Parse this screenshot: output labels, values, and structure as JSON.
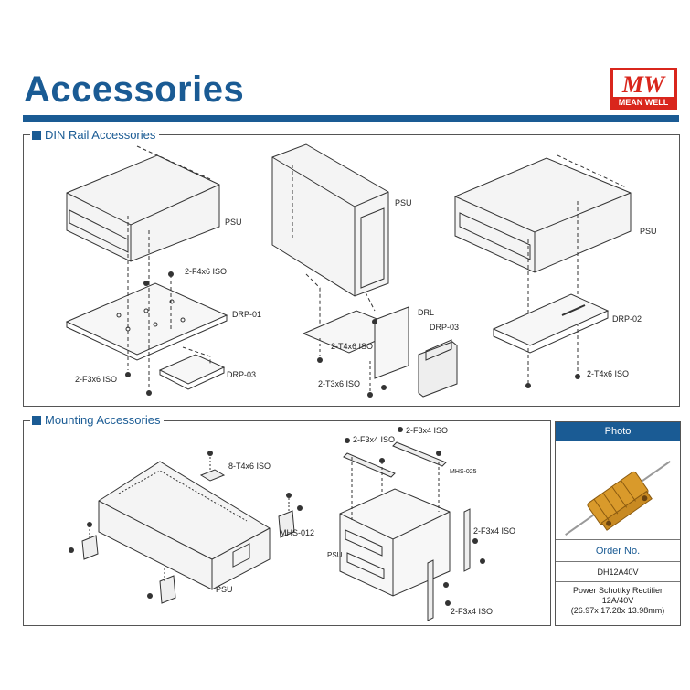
{
  "page": {
    "title": "Accessories"
  },
  "logo": {
    "symbol": "MW",
    "brand": "MEAN WELL"
  },
  "din_rail": {
    "heading": "DIN Rail Accessories",
    "labels": {
      "psu1": "PSU",
      "f4x6": "2-F4x6 ISO",
      "drp01": "DRP-01",
      "f3x6": "2-F3x6 ISO",
      "drp03a": "DRP-03",
      "psu2": "PSU",
      "drl": "DRL",
      "t4x6a": "2-T4x6 ISO",
      "drp03b": "DRP-03",
      "t3x6": "2-T3x6 ISO",
      "psu3": "PSU",
      "drp02": "DRP-02",
      "t4x6b": "2-T4x6 ISO"
    }
  },
  "mounting": {
    "heading": "Mounting Accessories",
    "labels": {
      "t4x6": "8-T4x6 ISO",
      "mhs012": "MHS-012",
      "psu": "PSU",
      "f3x4a": "2-F3x4 ISO",
      "f3x4b": "2-F3x4 ISO",
      "mhs025": "MHS-025",
      "f3x4c": "2-F3x4 ISO",
      "psu2": "PSU",
      "f3x4d": "2-F3x4 ISO"
    }
  },
  "photo": {
    "heading": "Photo",
    "order_label": "Order No.",
    "order_no": "DH12A40V",
    "desc_line1": "Power Schottky Rectifier",
    "desc_line2": "12A/40V",
    "desc_line3": "(26.97x 17.28x 13.98mm)"
  },
  "colors": {
    "brand_blue": "#1a5b94",
    "logo_red": "#d9261c",
    "component_gold": "#d99a2b"
  }
}
